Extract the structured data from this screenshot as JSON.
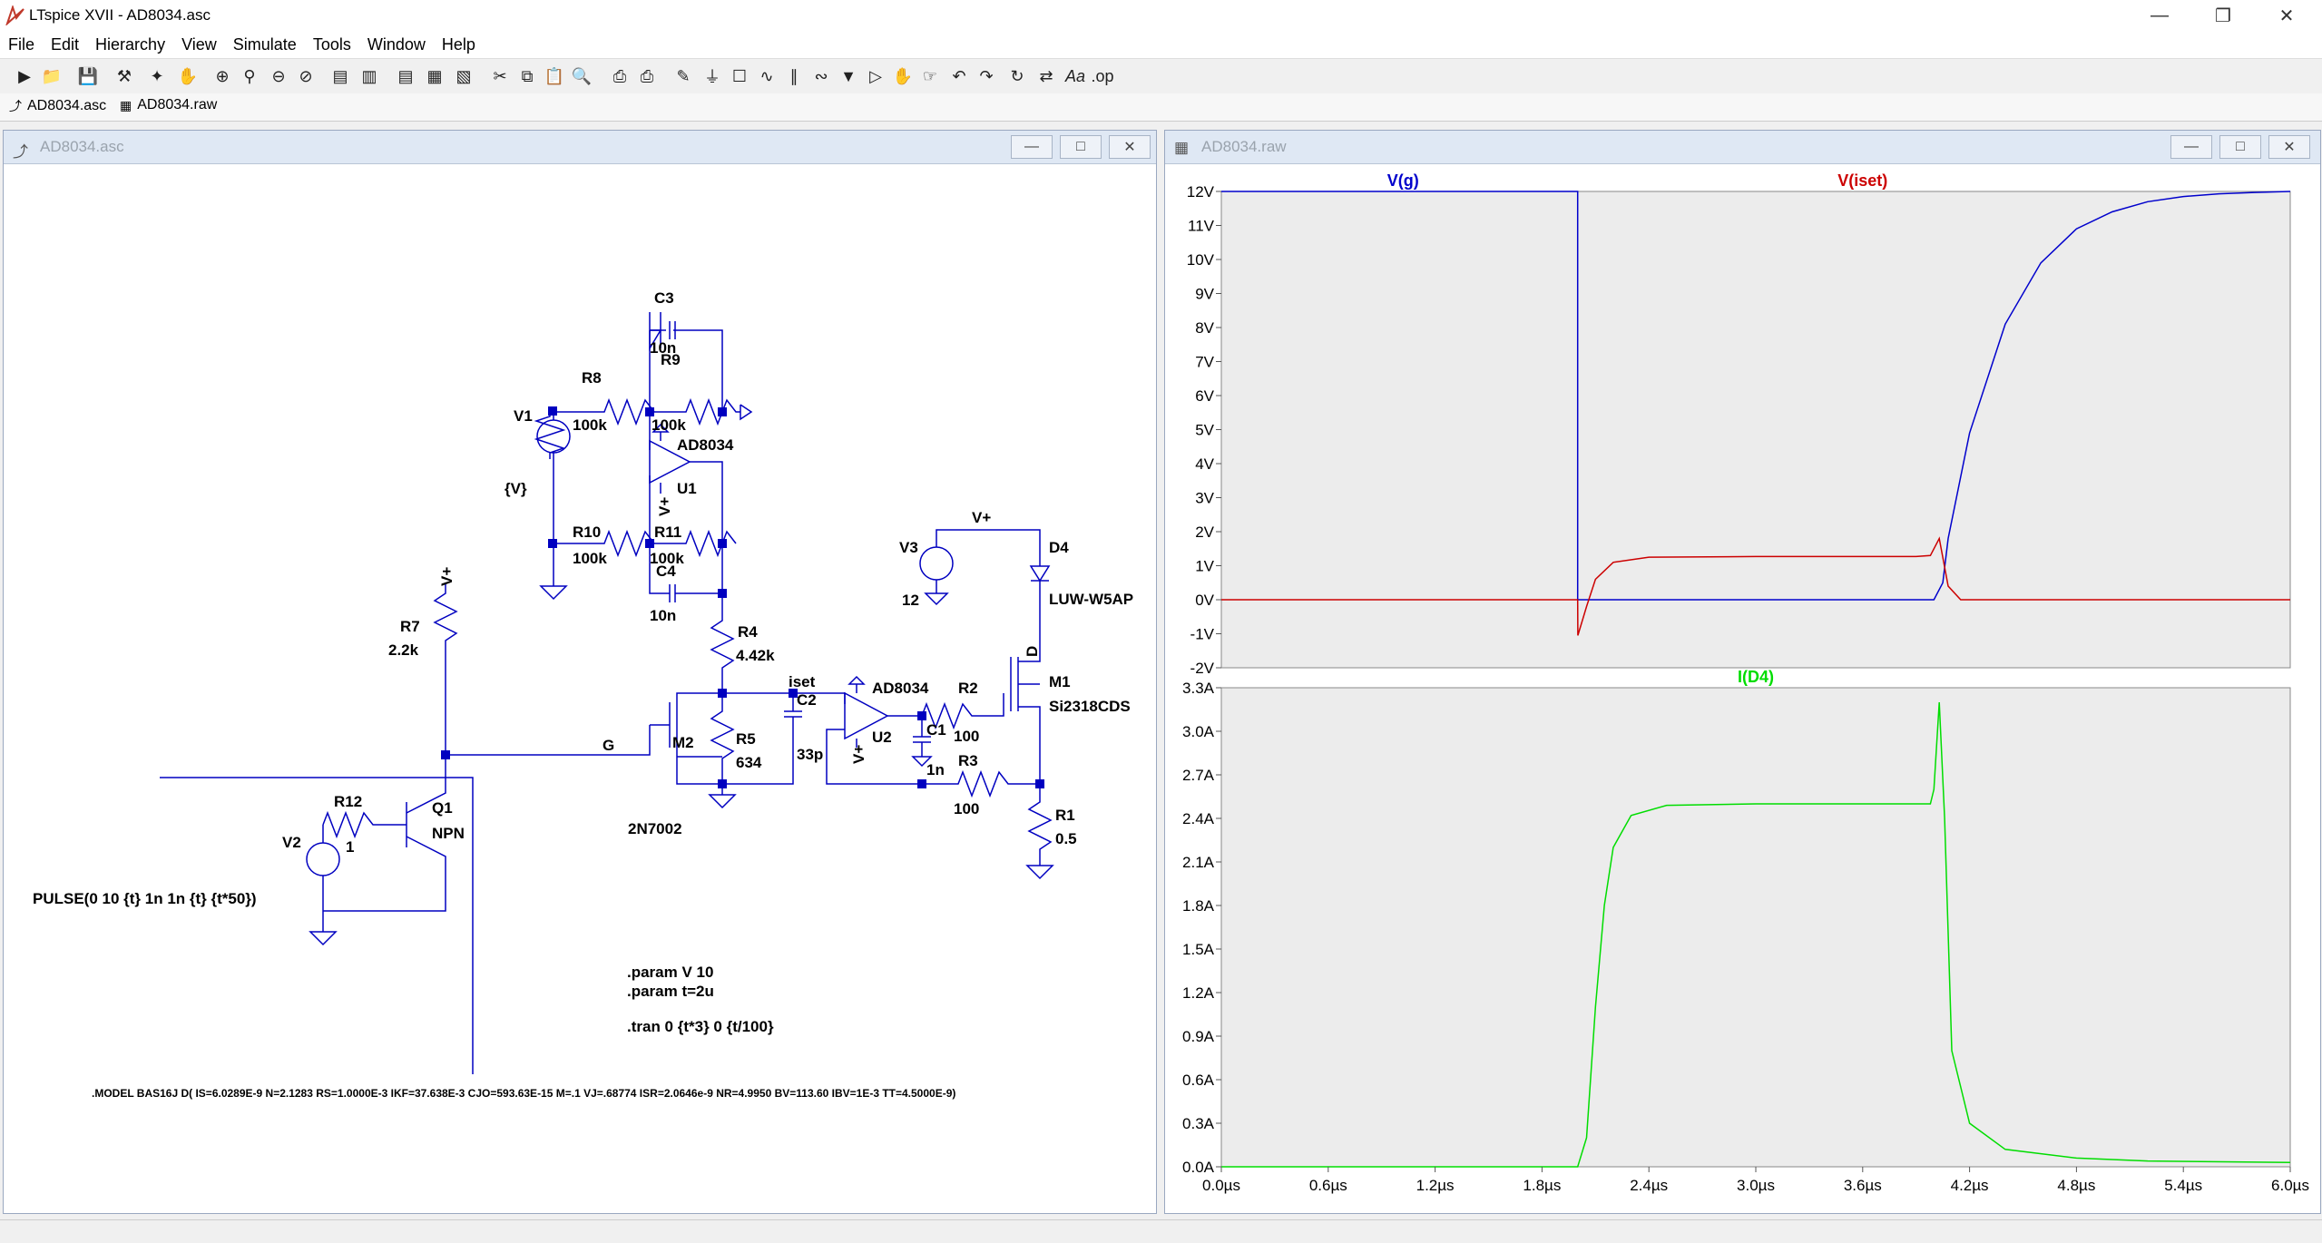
{
  "window": {
    "title": "LTspice XVII - AD8034.asc"
  },
  "menu": [
    "File",
    "Edit",
    "Hierarchy",
    "View",
    "Simulate",
    "Tools",
    "Window",
    "Help"
  ],
  "tabs": [
    {
      "label": "AD8034.asc",
      "icon": "schematic-icon"
    },
    {
      "label": "AD8034.raw",
      "icon": "waveform-icon"
    }
  ],
  "schematic_window": {
    "title": "AD8034.asc"
  },
  "plot_window": {
    "title": "AD8034.raw"
  },
  "schematic": {
    "components": {
      "C3": {
        "name": "C3",
        "value": "10n"
      },
      "R8": {
        "name": "R8",
        "value": "100k"
      },
      "R9": {
        "name": "R9",
        "value": "100k"
      },
      "V1": {
        "name": "V1",
        "value": "{V}"
      },
      "U1": {
        "name": "U1",
        "model": "AD8034"
      },
      "R10": {
        "name": "R10",
        "value": "100k"
      },
      "R11": {
        "name": "R11",
        "value": "100k"
      },
      "C4": {
        "name": "C4",
        "value": "10n"
      },
      "R4": {
        "name": "R4",
        "value": "4.42k"
      },
      "R7": {
        "name": "R7",
        "value": "2.2k"
      },
      "M2": {
        "name": "M2",
        "model": "2N7002"
      },
      "R5": {
        "name": "R5",
        "value": "634"
      },
      "C2": {
        "name": "C2",
        "value": "33p"
      },
      "U2": {
        "name": "U2",
        "model": "AD8034"
      },
      "R2": {
        "name": "R2",
        "value": "100"
      },
      "C1": {
        "name": "C1",
        "value": "1n"
      },
      "R3": {
        "name": "R3",
        "value": "100"
      },
      "V3": {
        "name": "V3",
        "value": "12"
      },
      "D4": {
        "name": "D4",
        "model": "LUW-W5AP"
      },
      "M1": {
        "name": "M1",
        "model": "Si2318CDS"
      },
      "R1": {
        "name": "R1",
        "value": "0.5"
      },
      "R12": {
        "name": "R12",
        "value": "1"
      },
      "Q1": {
        "name": "Q1",
        "model": "NPN"
      },
      "V2": {
        "name": "V2",
        "value": "PULSE(0 10 {t} 1n 1n {t} {t*50})"
      }
    },
    "nets": {
      "vplus": "V+",
      "iset": "iset",
      "g": "G",
      "d": "D"
    },
    "directives": [
      ".param V 10",
      ".param t=2u",
      ".tran 0 {t*3} 0 {t/100}"
    ],
    "model_line": ".MODEL BAS16J D( IS=6.0289E-9 N=2.1283 RS=1.0000E-3 IKF=37.638E-3 CJO=593.63E-15 M=.1 VJ=.68774 ISR=2.0646e-9 NR=4.9950 BV=113.60 IBV=1E-3 TT=4.5000E-9)"
  },
  "chart_data": [
    {
      "type": "line",
      "title": "",
      "ylim": [
        -2,
        12
      ],
      "yticks": [
        "12V",
        "11V",
        "10V",
        "9V",
        "8V",
        "7V",
        "6V",
        "5V",
        "4V",
        "3V",
        "2V",
        "1V",
        "0V",
        "-1V",
        "-2V"
      ],
      "xlim": [
        0,
        6
      ],
      "grid": false,
      "series": [
        {
          "name": "V(g)",
          "color": "#0000cc",
          "x": [
            0,
            2.0,
            2.0,
            2.001,
            4.0,
            4.05,
            4.08,
            4.2,
            4.4,
            4.6,
            4.8,
            5.0,
            5.2,
            5.4,
            5.6,
            5.8,
            6.0
          ],
          "y": [
            12,
            12,
            0,
            0,
            0,
            0.5,
            1.8,
            4.9,
            8.1,
            9.9,
            10.9,
            11.4,
            11.7,
            11.85,
            11.93,
            11.97,
            12
          ]
        },
        {
          "name": "V(iset)",
          "color": "#cc0000",
          "x": [
            0,
            2.0,
            2.001,
            2.05,
            2.1,
            2.2,
            2.4,
            3.0,
            3.9,
            3.98,
            4.03,
            4.08,
            4.15,
            6.0
          ],
          "y": [
            0,
            0,
            -1.05,
            -0.2,
            0.6,
            1.1,
            1.25,
            1.27,
            1.27,
            1.3,
            1.8,
            0.4,
            0,
            0
          ]
        }
      ]
    },
    {
      "type": "line",
      "title": "",
      "ylim": [
        0,
        3.3
      ],
      "yticks": [
        "3.3A",
        "3.0A",
        "2.7A",
        "2.4A",
        "2.1A",
        "1.8A",
        "1.5A",
        "1.2A",
        "0.9A",
        "0.6A",
        "0.3A",
        "0.0A"
      ],
      "xlim": [
        0,
        6
      ],
      "xticks": [
        "0.0µs",
        "0.6µs",
        "1.2µs",
        "1.8µs",
        "2.4µs",
        "3.0µs",
        "3.6µs",
        "4.2µs",
        "4.8µs",
        "5.4µs",
        "6.0µs"
      ],
      "grid": false,
      "series": [
        {
          "name": "I(D4)",
          "color": "#00dd00",
          "x": [
            0,
            2.0,
            2.05,
            2.1,
            2.15,
            2.2,
            2.3,
            2.5,
            3.0,
            3.5,
            3.98,
            4.0,
            4.03,
            4.06,
            4.1,
            4.2,
            4.4,
            4.8,
            5.2,
            6.0
          ],
          "y": [
            0,
            0,
            0.2,
            1.1,
            1.8,
            2.2,
            2.42,
            2.49,
            2.5,
            2.5,
            2.5,
            2.6,
            3.2,
            2.4,
            0.8,
            0.3,
            0.12,
            0.06,
            0.04,
            0.03
          ]
        }
      ]
    }
  ]
}
